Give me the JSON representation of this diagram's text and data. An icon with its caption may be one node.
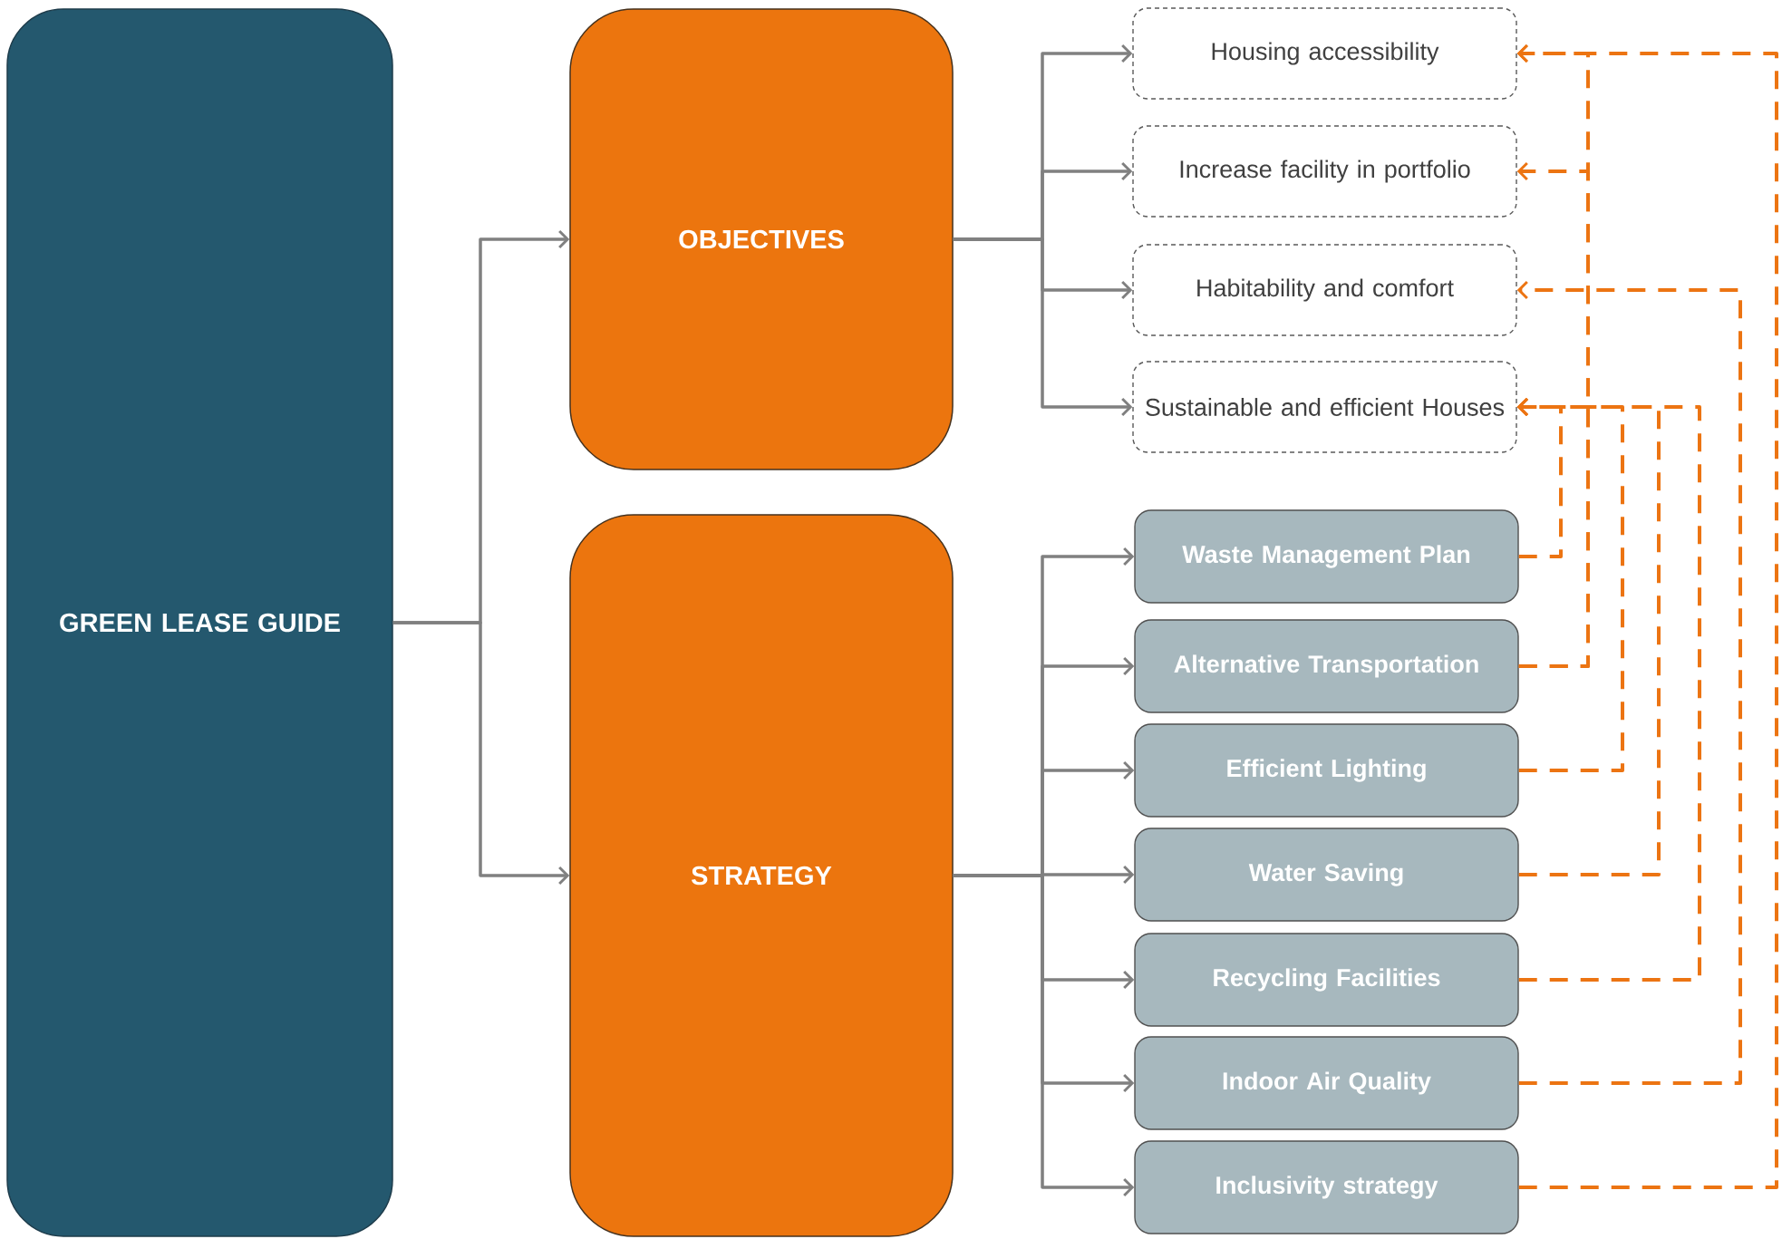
{
  "diagram": {
    "nodes": [
      {
        "text": [
          "GREEN LEASE GUIDE"
        ]
      },
      {
        "text": [
          "OBJECTIVES"
        ]
      },
      {
        "text": [
          "STRATEGY"
        ]
      },
      {
        "text": [
          "Housing accessibility"
        ]
      },
      {
        "text": [
          "Increase facility in portfolio"
        ]
      },
      {
        "text": [
          "Habitability and comfort"
        ]
      },
      {
        "text": [
          "Sustainable and efficient Houses"
        ]
      },
      {
        "text": [
          "Waste Management Plan"
        ]
      },
      {
        "text": [
          "Alternative Transportation"
        ]
      },
      {
        "text": [
          "Efficient Lighting"
        ]
      },
      {
        "text": [
          "Water Saving"
        ]
      },
      {
        "text": [
          "Recycling Facilities"
        ]
      },
      {
        "text": [
          "Indoor Air Quality"
        ]
      },
      {
        "text": [
          "Inclusivity strategy"
        ]
      }
    ],
    "edges": [
      {
        "from": 0,
        "to": 1,
        "arrow": "to"
      },
      {
        "from": 0,
        "to": 2,
        "arrow": "to"
      },
      {
        "from": 1,
        "to": 3,
        "arrow": "to"
      },
      {
        "from": 1,
        "to": 4,
        "arrow": "to"
      },
      {
        "from": 1,
        "to": 5,
        "arrow": "to"
      },
      {
        "from": 1,
        "to": 6,
        "arrow": "to"
      },
      {
        "from": 2,
        "to": 7,
        "arrow": "to"
      },
      {
        "from": 2,
        "to": 8,
        "arrow": "to"
      },
      {
        "from": 2,
        "to": 9,
        "arrow": "to"
      },
      {
        "from": 2,
        "to": 10,
        "arrow": "to"
      },
      {
        "from": 2,
        "to": 11,
        "arrow": "to"
      },
      {
        "from": 2,
        "to": 12,
        "arrow": "to"
      },
      {
        "from": 2,
        "to": 13,
        "arrow": "to"
      },
      {
        "from": 7,
        "to": 6,
        "arrow": "to",
        "style": "dashed",
        "color": "#ec7412"
      },
      {
        "from": 8,
        "to": 3,
        "arrow": "to",
        "style": "dashed",
        "color": "#ec7412"
      },
      {
        "from": 8,
        "to": 4,
        "arrow": "to",
        "style": "dashed",
        "color": "#ec7412"
      },
      {
        "from": 9,
        "to": 6,
        "arrow": "to",
        "style": "dashed",
        "color": "#ec7412"
      },
      {
        "from": 10,
        "to": 6,
        "arrow": "to",
        "style": "dashed",
        "color": "#ec7412"
      },
      {
        "from": 11,
        "to": 6,
        "arrow": "to",
        "style": "dashed",
        "color": "#ec7412"
      },
      {
        "from": 12,
        "to": 5,
        "arrow": "to",
        "style": "dashed",
        "color": "#ec7412"
      },
      {
        "from": 13,
        "to": 3,
        "arrow": "to",
        "style": "dashed",
        "color": "#ec7412"
      }
    ]
  }
}
